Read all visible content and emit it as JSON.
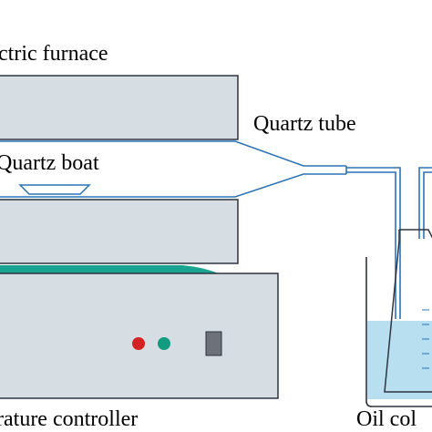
{
  "labels": {
    "furnace": "ctric furnace",
    "quartz_tube": "Quartz tube",
    "quartz_boat": "Quartz boat",
    "controller": "rature controller",
    "oil_collector": "Oil col"
  },
  "colors": {
    "furnace_fill": "#d6dde3",
    "outline": "#2e3440",
    "tube_line": "#2a73b8",
    "heater_strip": "#1aa390",
    "liquid": "#b8dff0",
    "indicator_red": "#d42222",
    "indicator_green": "#129b7f",
    "switch": "#6d7178"
  },
  "icons": {
    "red_indicator": "red-indicator-light-icon",
    "green_indicator": "green-indicator-light-icon",
    "switch": "power-switch-icon"
  }
}
